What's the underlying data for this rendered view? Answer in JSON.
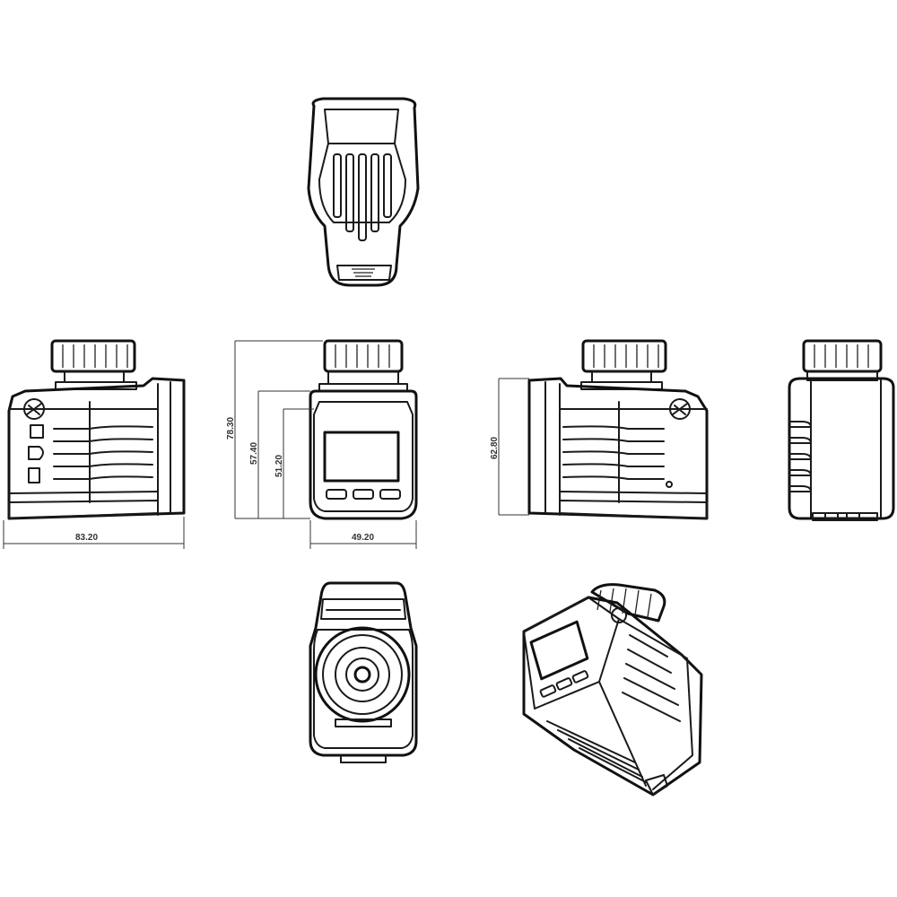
{
  "dimensions": {
    "width_total": "83.20",
    "height_total": "78.30",
    "height_body": "57.40",
    "height_inner": "51.20",
    "width_front": "49.20",
    "height_right": "62.80"
  },
  "colors": {
    "line": "#1a1a1a",
    "background": "#ffffff",
    "dimension": "#333333"
  }
}
